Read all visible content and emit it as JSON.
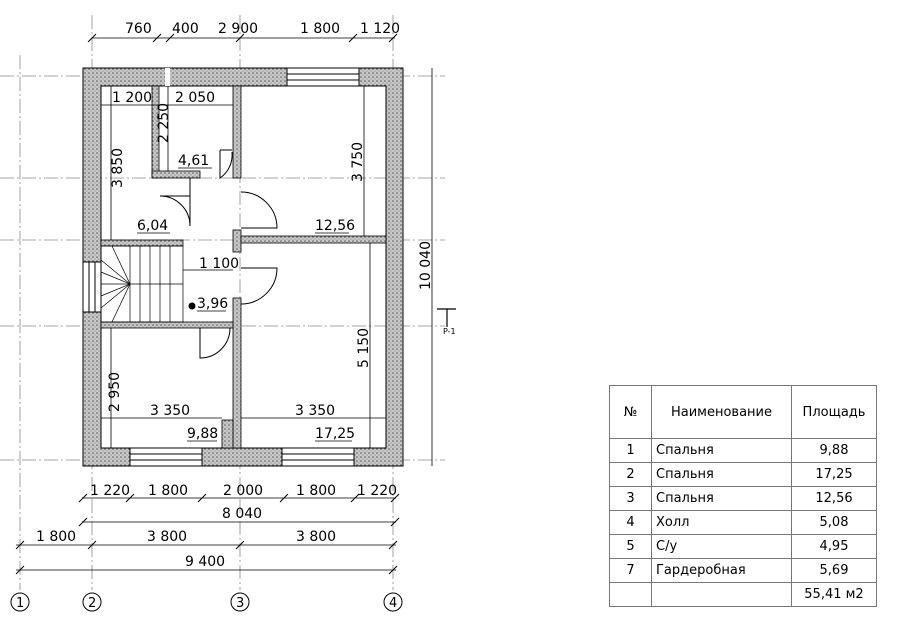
{
  "colors": {
    "line": "#000000",
    "grid": "#8a8a8a",
    "wall_fill": "#d0d0d0"
  },
  "top_dims": [
    "760",
    "400",
    "2 900",
    "1 800",
    "1 120"
  ],
  "inner_dims": {
    "d1200": "1 200",
    "d2050": "2 050",
    "d2250": "2 250",
    "d3850": "3 850",
    "d3750": "3 750",
    "d1100": "1 100",
    "d2950": "2 950",
    "d5150": "5 150",
    "d3350a": "3 350",
    "d3350b": "3 350",
    "d10040": "10 040"
  },
  "areas": {
    "a461": "4,61",
    "a604": "6,04",
    "a1256": "12,56",
    "a396": "3,96",
    "a988": "9,88",
    "a1725": "17,25"
  },
  "bottom_dims": {
    "row1": [
      "1 220",
      "1 800",
      "2 000",
      "1 800",
      "1 220"
    ],
    "row2": "8 040",
    "row3": [
      "1 800",
      "3 800",
      "3 800"
    ],
    "row4": "9 400"
  },
  "axes": [
    "1",
    "2",
    "3",
    "4"
  ],
  "section_label": "P-1",
  "table": {
    "headers": [
      "№",
      "Наименование",
      "Площадь"
    ],
    "rows": [
      {
        "num": "1",
        "name": "Спальня",
        "area": "9,88"
      },
      {
        "num": "2",
        "name": "Спальня",
        "area": "17,25"
      },
      {
        "num": "3",
        "name": "Спальня",
        "area": "12,56"
      },
      {
        "num": "4",
        "name": "Холл",
        "area": "5,08"
      },
      {
        "num": "5",
        "name": "С/у",
        "area": "4,95"
      },
      {
        "num": "7",
        "name": "Гардеробная",
        "area": "5,69"
      },
      {
        "num": "",
        "name": "",
        "area": "55,41 м2"
      }
    ]
  }
}
